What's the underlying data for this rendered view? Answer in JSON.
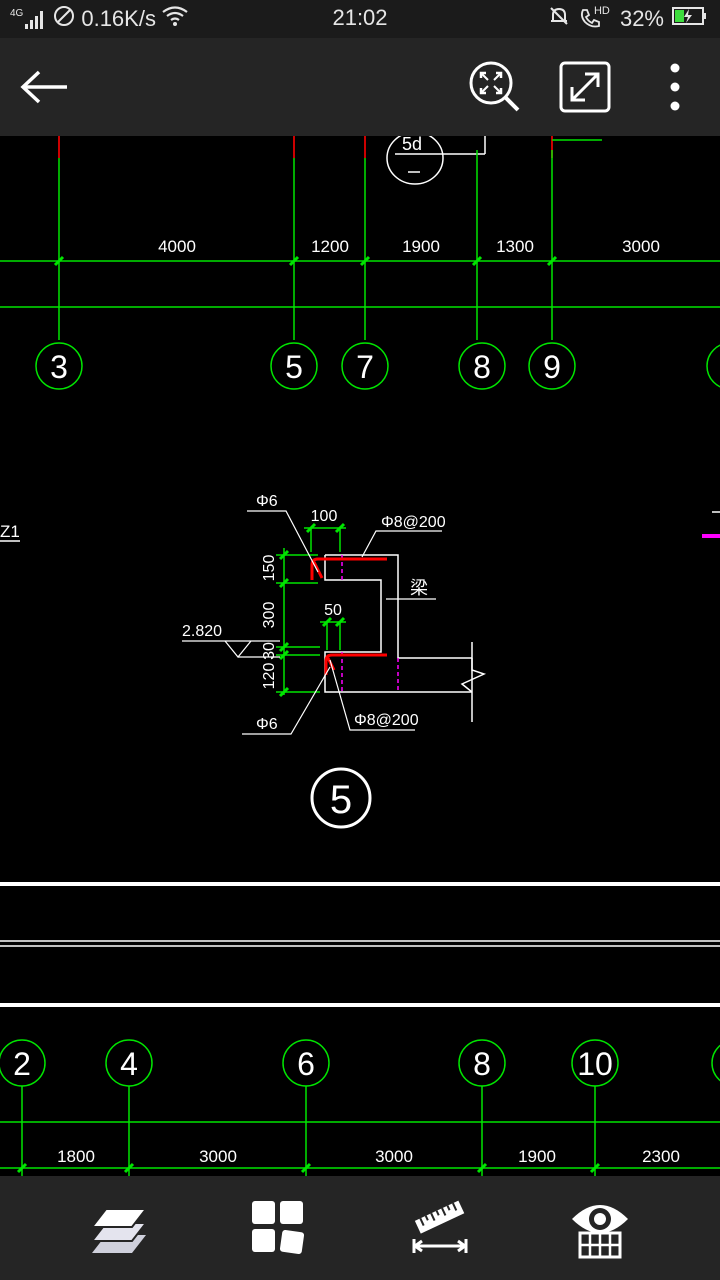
{
  "status": {
    "network": "4G",
    "speed": "0.16K/s",
    "time": "21:02",
    "hd_label": "HD",
    "battery": "32%"
  },
  "icons": {
    "back": "arrow-left-icon",
    "zoom_fit": "zoom-extents-icon",
    "fullscreen": "fullscreen-icon",
    "more": "more-vert-icon",
    "layers": "layers-icon",
    "layouts": "layouts-grid-icon",
    "measure": "ruler-measure-icon",
    "view": "eye-grid-icon"
  },
  "colors": {
    "dimension": "#00e400",
    "rebar": "#ff0000",
    "hidden": "#ff00ff",
    "outline": "#ffffff",
    "toolbar": "#252525"
  },
  "drawing": {
    "top_dim_values": [
      "4000",
      "1200",
      "1900",
      "1300",
      "3000"
    ],
    "top_axes": [
      "3",
      "5",
      "7",
      "8",
      "9"
    ],
    "partial_top_label": "5d",
    "left_label": "Z1",
    "detail": {
      "phi6_top": "Φ6",
      "dim_100": "100",
      "rebar_top": "Φ8@200",
      "dim_150": "150",
      "beam": "梁",
      "dim_300": "300",
      "dim_50": "50",
      "elevation": "2.820",
      "dim_30": "30",
      "dim_120": "120",
      "phi6_bottom": "Φ6",
      "rebar_bottom": "Φ8@200",
      "detail_number": "5"
    },
    "bottom_axes": [
      "2",
      "4",
      "6",
      "8",
      "10"
    ],
    "bottom_dim_values": [
      "1800",
      "3000",
      "3000",
      "1900",
      "2300"
    ]
  }
}
